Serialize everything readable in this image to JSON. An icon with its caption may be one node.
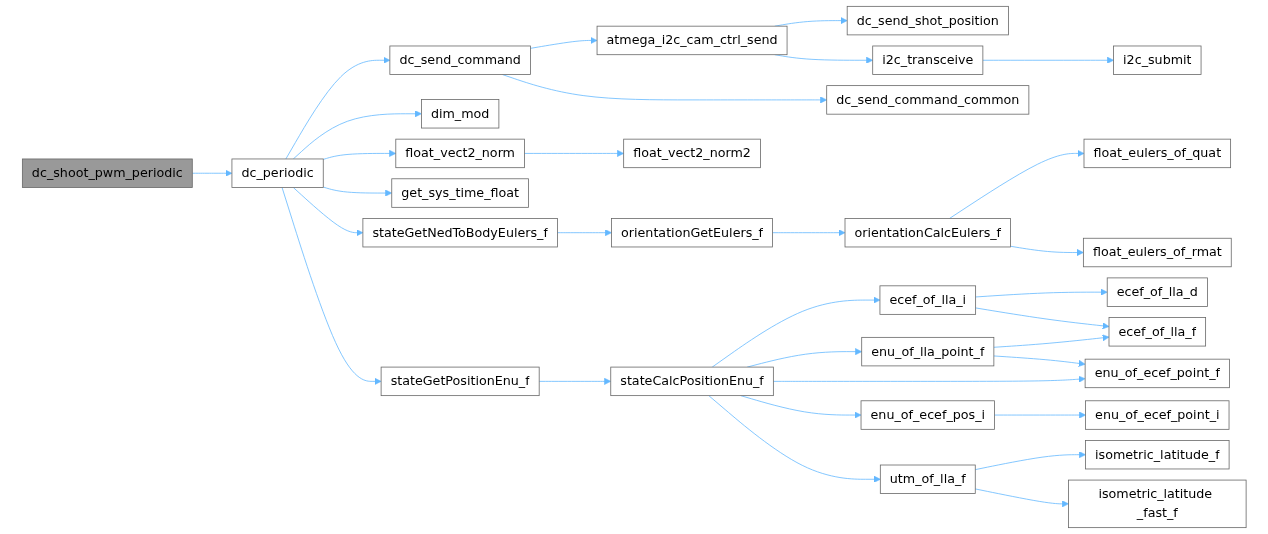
{
  "diagram": {
    "nodes": [
      {
        "text": [
          "dc_shoot_pwm_periodic"
        ]
      },
      {
        "text": [
          "dc_periodic"
        ]
      },
      {
        "text": [
          "dc_send_command"
        ]
      },
      {
        "text": [
          "dim_mod"
        ]
      },
      {
        "text": [
          "float_vect2_norm"
        ]
      },
      {
        "text": [
          "get_sys_time_float"
        ]
      },
      {
        "text": [
          "stateGetNedToBodyEulers_f"
        ]
      },
      {
        "text": [
          "stateGetPositionEnu_f"
        ]
      },
      {
        "text": [
          "atmega_i2c_cam_ctrl_send"
        ]
      },
      {
        "text": [
          "dc_send_command_common"
        ]
      },
      {
        "text": [
          "float_vect2_norm2"
        ]
      },
      {
        "text": [
          "orientationGetEulers_f"
        ]
      },
      {
        "text": [
          "stateCalcPositionEnu_f"
        ]
      },
      {
        "text": [
          "dc_send_shot_position"
        ]
      },
      {
        "text": [
          "i2c_transceive"
        ]
      },
      {
        "text": [
          "i2c_submit"
        ]
      },
      {
        "text": [
          "orientationCalcEulers_f"
        ]
      },
      {
        "text": [
          "float_eulers_of_quat"
        ]
      },
      {
        "text": [
          "float_eulers_of_rmat"
        ]
      },
      {
        "text": [
          "ecef_of_lla_i"
        ]
      },
      {
        "text": [
          "enu_of_lla_point_f"
        ]
      },
      {
        "text": [
          "enu_of_ecef_pos_i"
        ]
      },
      {
        "text": [
          "utm_of_lla_f"
        ]
      },
      {
        "text": [
          "ecef_of_lla_d"
        ]
      },
      {
        "text": [
          "ecef_of_lla_f"
        ]
      },
      {
        "text": [
          "enu_of_ecef_point_f"
        ]
      },
      {
        "text": [
          "enu_of_ecef_point_i"
        ]
      },
      {
        "text": [
          "isometric_latitude_f"
        ]
      },
      {
        "text": [
          "isometric_latitude _fast_f"
        ]
      }
    ],
    "edges": [
      {
        "from": 0,
        "to": 1,
        "arrow": "to"
      },
      {
        "from": 1,
        "to": 2,
        "arrow": "to"
      },
      {
        "from": 1,
        "to": 3,
        "arrow": "to"
      },
      {
        "from": 1,
        "to": 4,
        "arrow": "to"
      },
      {
        "from": 1,
        "to": 5,
        "arrow": "to"
      },
      {
        "from": 1,
        "to": 6,
        "arrow": "to"
      },
      {
        "from": 1,
        "to": 7,
        "arrow": "to"
      },
      {
        "from": 2,
        "to": 8,
        "arrow": "to"
      },
      {
        "from": 2,
        "to": 9,
        "arrow": "to"
      },
      {
        "from": 8,
        "to": 13,
        "arrow": "to"
      },
      {
        "from": 8,
        "to": 14,
        "arrow": "to"
      },
      {
        "from": 14,
        "to": 15,
        "arrow": "to"
      },
      {
        "from": 4,
        "to": 10,
        "arrow": "to"
      },
      {
        "from": 6,
        "to": 11,
        "arrow": "to"
      },
      {
        "from": 11,
        "to": 16,
        "arrow": "to"
      },
      {
        "from": 16,
        "to": 17,
        "arrow": "to"
      },
      {
        "from": 16,
        "to": 18,
        "arrow": "to"
      },
      {
        "from": 7,
        "to": 12,
        "arrow": "to"
      },
      {
        "from": 12,
        "to": 19,
        "arrow": "to"
      },
      {
        "from": 12,
        "to": 20,
        "arrow": "to"
      },
      {
        "from": 12,
        "to": 25,
        "arrow": "to"
      },
      {
        "from": 12,
        "to": 21,
        "arrow": "to"
      },
      {
        "from": 12,
        "to": 22,
        "arrow": "to"
      },
      {
        "from": 19,
        "to": 23,
        "arrow": "to"
      },
      {
        "from": 19,
        "to": 24,
        "arrow": "to"
      },
      {
        "from": 20,
        "to": 24,
        "arrow": "to"
      },
      {
        "from": 20,
        "to": 25,
        "arrow": "to"
      },
      {
        "from": 21,
        "to": 26,
        "arrow": "to"
      },
      {
        "from": 22,
        "to": 27,
        "arrow": "to"
      },
      {
        "from": 22,
        "to": 28,
        "arrow": "to"
      }
    ]
  }
}
